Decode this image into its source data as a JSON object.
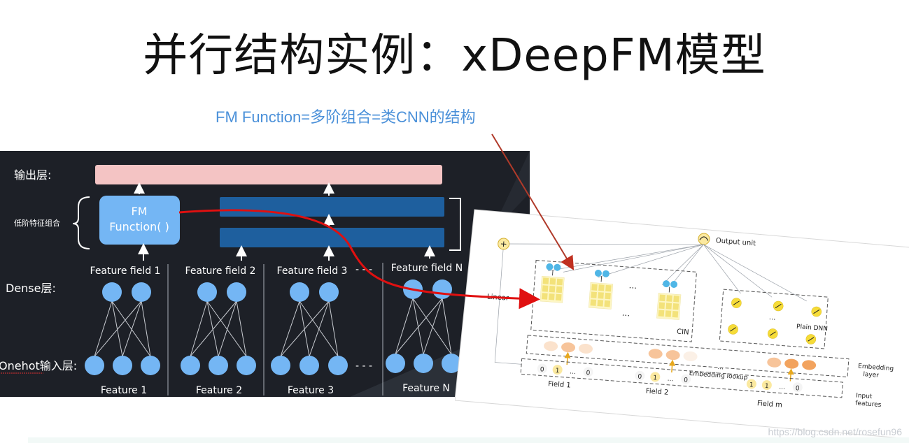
{
  "title": "并行结构实例：xDeepFM模型",
  "caption": "FM Function=多阶组合=类CNN的结构",
  "left": {
    "output_layer_label": "输出层:",
    "low_order_label": "低阶特征组合",
    "dense_label": "Dense层:",
    "onehot_label": "Onehot输入层:",
    "fm_line1": "FM",
    "fm_line2": "Function( )",
    "feature_fields": [
      "Feature field 1",
      "Feature field 2",
      "Feature field 3",
      "Feature field N"
    ],
    "features": [
      "Feature 1",
      "Feature 2",
      "Feature 3",
      "Feature N"
    ],
    "ellipsis": "- - -"
  },
  "right": {
    "output_unit": "Output unit",
    "linear": "Linear",
    "cin": "CIN",
    "plain_dnn": "Plain DNN",
    "embedding_lookup": "Embedding lookup",
    "embedding_layer_1": "Embedding",
    "embedding_layer_2": "layer",
    "input_features_1": "Input",
    "input_features_2": "features",
    "fields": [
      "Field 1",
      "Field 2",
      "Field m"
    ],
    "dots": "...",
    "field1_values": [
      "0",
      "1",
      "...",
      "0"
    ],
    "field2_values": [
      "0",
      "1",
      "...",
      "0"
    ],
    "fieldm_values": [
      "1",
      "1",
      "...",
      "0"
    ]
  },
  "watermark": "https://blog.csdn.net/rosefun96",
  "colors": {
    "dark_bg": "#1d2027",
    "node_blue": "#74b6f4",
    "output_pink": "#f4c4c4",
    "dnn_blue": "#1e5f9e",
    "arrow_red": "#e01010",
    "caption_blue": "#4a90d9"
  }
}
